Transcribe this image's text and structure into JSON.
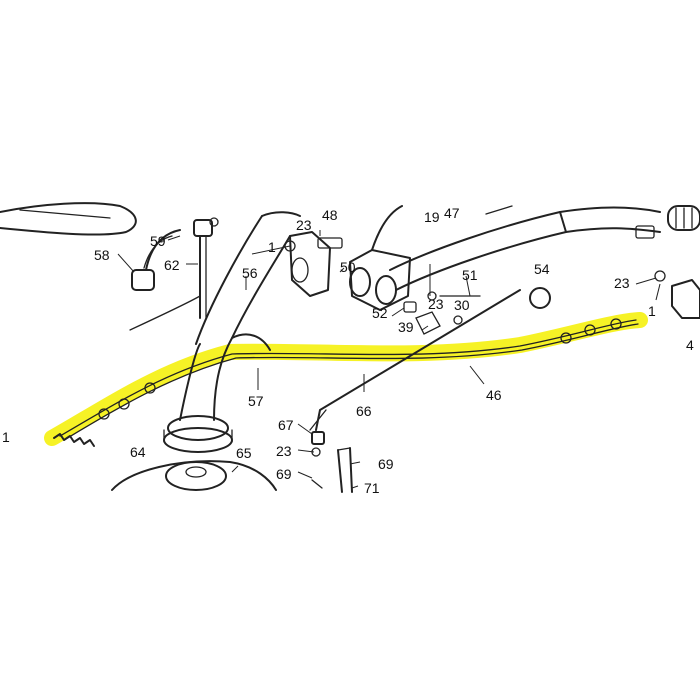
{
  "figure": {
    "highlight_color": "#f4f000",
    "line_color": "#222222",
    "background": "#ffffff"
  },
  "callouts": {
    "c1_left": "1",
    "c1_mid": "1",
    "c1_right": "1",
    "c4": "4",
    "c19": "19",
    "c23_a": "23",
    "c23_b": "23",
    "c23_c": "23",
    "c23_d": "23",
    "c30": "30",
    "c39": "39",
    "c46": "46",
    "c47": "47",
    "c48": "48",
    "c50": "50",
    "c51": "51",
    "c52": "52",
    "c54": "54",
    "c56": "56",
    "c57": "57",
    "c58": "58",
    "c59": "59",
    "c62": "62",
    "c64": "64",
    "c65": "65",
    "c66": "66",
    "c67": "67",
    "c69_a": "69",
    "c69_b": "69",
    "c71": "71"
  }
}
